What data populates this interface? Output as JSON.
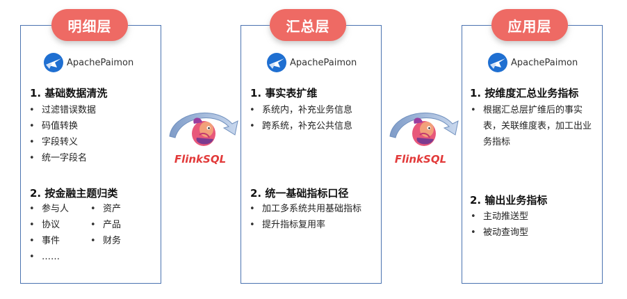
{
  "columns": [
    {
      "title": "明细层",
      "logo": "ApachePaimon",
      "sections": [
        {
          "heading": "1.  基础数据清洗",
          "items": [
            "过滤错误数据",
            "码值转换",
            "字段转义",
            "统一字段名"
          ]
        },
        {
          "heading": "2.  按金融主题归类",
          "left_items": [
            "参与人",
            "协议",
            "事件",
            "……"
          ],
          "right_items": [
            "资产",
            "产品",
            "财务"
          ]
        }
      ]
    },
    {
      "title": "汇总层",
      "logo": "ApachePaimon",
      "sections": [
        {
          "heading": "1.  事实表扩维",
          "items": [
            "系统内，补充业务信息",
            "跨系统，补充公共信息"
          ]
        },
        {
          "heading": "2.  统一基础指标口径",
          "items": [
            "加工多系统共用基础指标",
            "提升指标复用率"
          ]
        }
      ]
    },
    {
      "title": "应用层",
      "logo": "ApachePaimon",
      "sections": [
        {
          "heading": "1.  按维度汇总业务指标",
          "items": [
            "根据汇总层扩维后的事实表，关联维度表，加工出业务指标"
          ]
        },
        {
          "heading": "2.  输出业务指标",
          "items": [
            "主动推送型",
            "被动查询型"
          ]
        }
      ]
    }
  ],
  "connectors": [
    {
      "label": "FlinkSQL",
      "icon": "flink-squirrel-icon"
    },
    {
      "label": "FlinkSQL",
      "icon": "flink-squirrel-icon"
    }
  ],
  "colors": {
    "pill": "#ee6a64",
    "border": "#4a72b0",
    "flink_text": "#e23a3a",
    "paimon_blue": "#1f6fd1"
  }
}
